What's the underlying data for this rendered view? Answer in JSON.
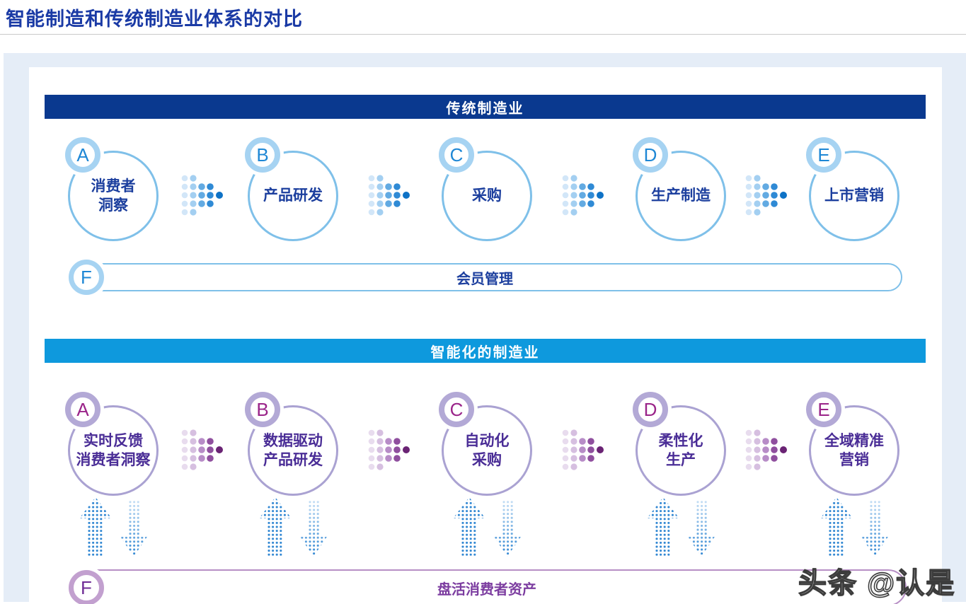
{
  "page": {
    "title": "智能制造和传统制造业体系的对比",
    "watermark": "头条 @认是"
  },
  "colors": {
    "panel_bg": "#e5edf7",
    "traditional_header_bg": "#0a398f",
    "smart_header_bg": "#0e99dd",
    "blue_ring": "#7fc0e9",
    "blue_text": "#1c3f9e",
    "blue_letter": "#1e87d5",
    "purple_ring": "#aaa2d2",
    "purple_text": "#4a2d96",
    "purple_letter": "#9a2489",
    "pill_purple_border": "#b78fc5",
    "updown_arrow_blue": "#2f86d2",
    "title_blue": "#1a3aa5"
  },
  "traditional": {
    "header": "传统制造业",
    "stages": [
      {
        "letter": "A",
        "label": "消费者\n洞察"
      },
      {
        "letter": "B",
        "label": "产品研发"
      },
      {
        "letter": "C",
        "label": "采购"
      },
      {
        "letter": "D",
        "label": "生产制造"
      },
      {
        "letter": "E",
        "label": "上市营销"
      }
    ],
    "footer": {
      "letter": "F",
      "label": "会员管理"
    }
  },
  "smart": {
    "header": "智能化的制造业",
    "stages": [
      {
        "letter": "A",
        "label": "实时反馈\n消费者洞察"
      },
      {
        "letter": "B",
        "label": "数据驱动\n产品研发"
      },
      {
        "letter": "C",
        "label": "自动化\n采购"
      },
      {
        "letter": "D",
        "label": "柔性化\n生产"
      },
      {
        "letter": "E",
        "label": "全域精准\n营销"
      }
    ],
    "footer": {
      "letter": "F",
      "label": "盘活消费者资产"
    }
  }
}
